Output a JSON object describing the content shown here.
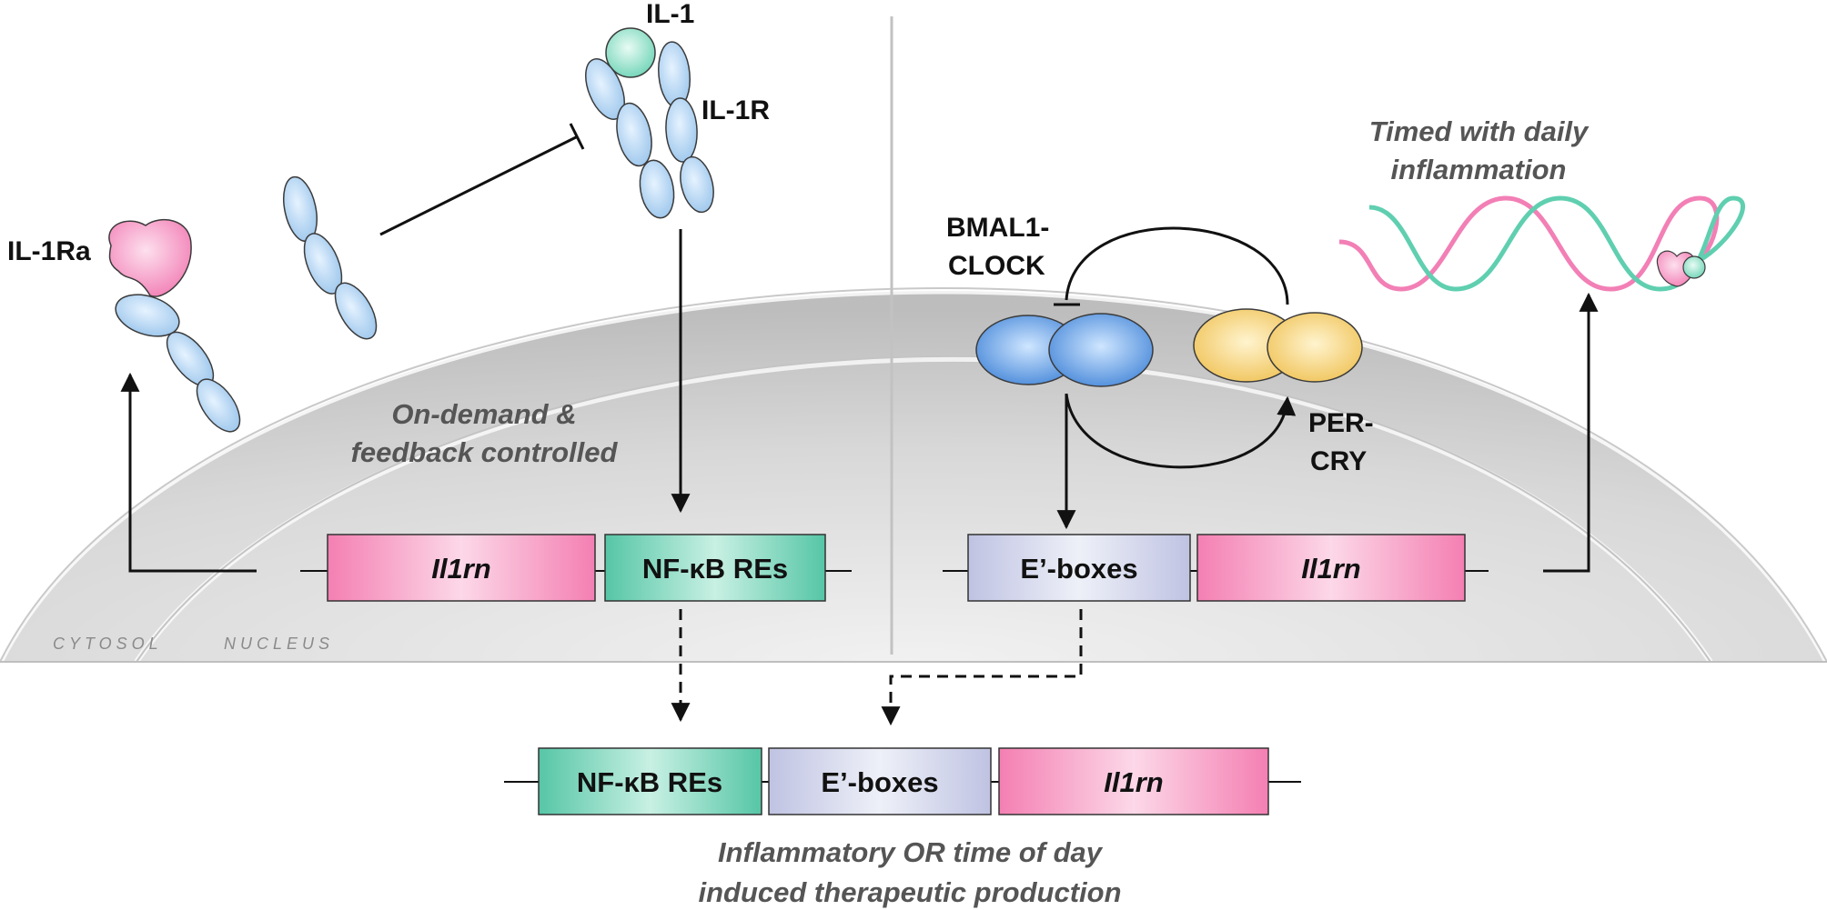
{
  "labels": {
    "il1": "IL-1",
    "il1r": "IL-1R",
    "il1ra": "IL-1Ra",
    "bmal1_line1": "BMAL1-",
    "bmal1_line2": "CLOCK",
    "percry_line1": "PER-",
    "percry_line2": "CRY",
    "cytosol": "CYTOSOL",
    "nucleus": "NUCLEUS"
  },
  "captions": {
    "on_demand_line1": "On-demand &",
    "on_demand_line2": "feedback controlled",
    "timed_line1": "Timed with daily",
    "timed_line2": "inflammation",
    "bottom_line1": "Inflammatory OR time of day",
    "bottom_line2": "induced therapeutic production"
  },
  "boxes": {
    "left_il1rn": "Il1rn",
    "left_nfkb": "NF-κB REs",
    "right_eboxes": "E’-boxes",
    "right_il1rn": "Il1rn",
    "bottom_nfkb": "NF-κB REs",
    "bottom_eboxes": "E’-boxes",
    "bottom_il1rn": "Il1rn"
  },
  "colors": {
    "pink": "#f59ec4",
    "teal": "#7fd6be",
    "lavender": "#d3d6ec",
    "receptor": "#b5d6f2",
    "il1_ball": "#8fe0c6",
    "bmal": "#5a9ae0",
    "percry": "#f5d27a"
  }
}
